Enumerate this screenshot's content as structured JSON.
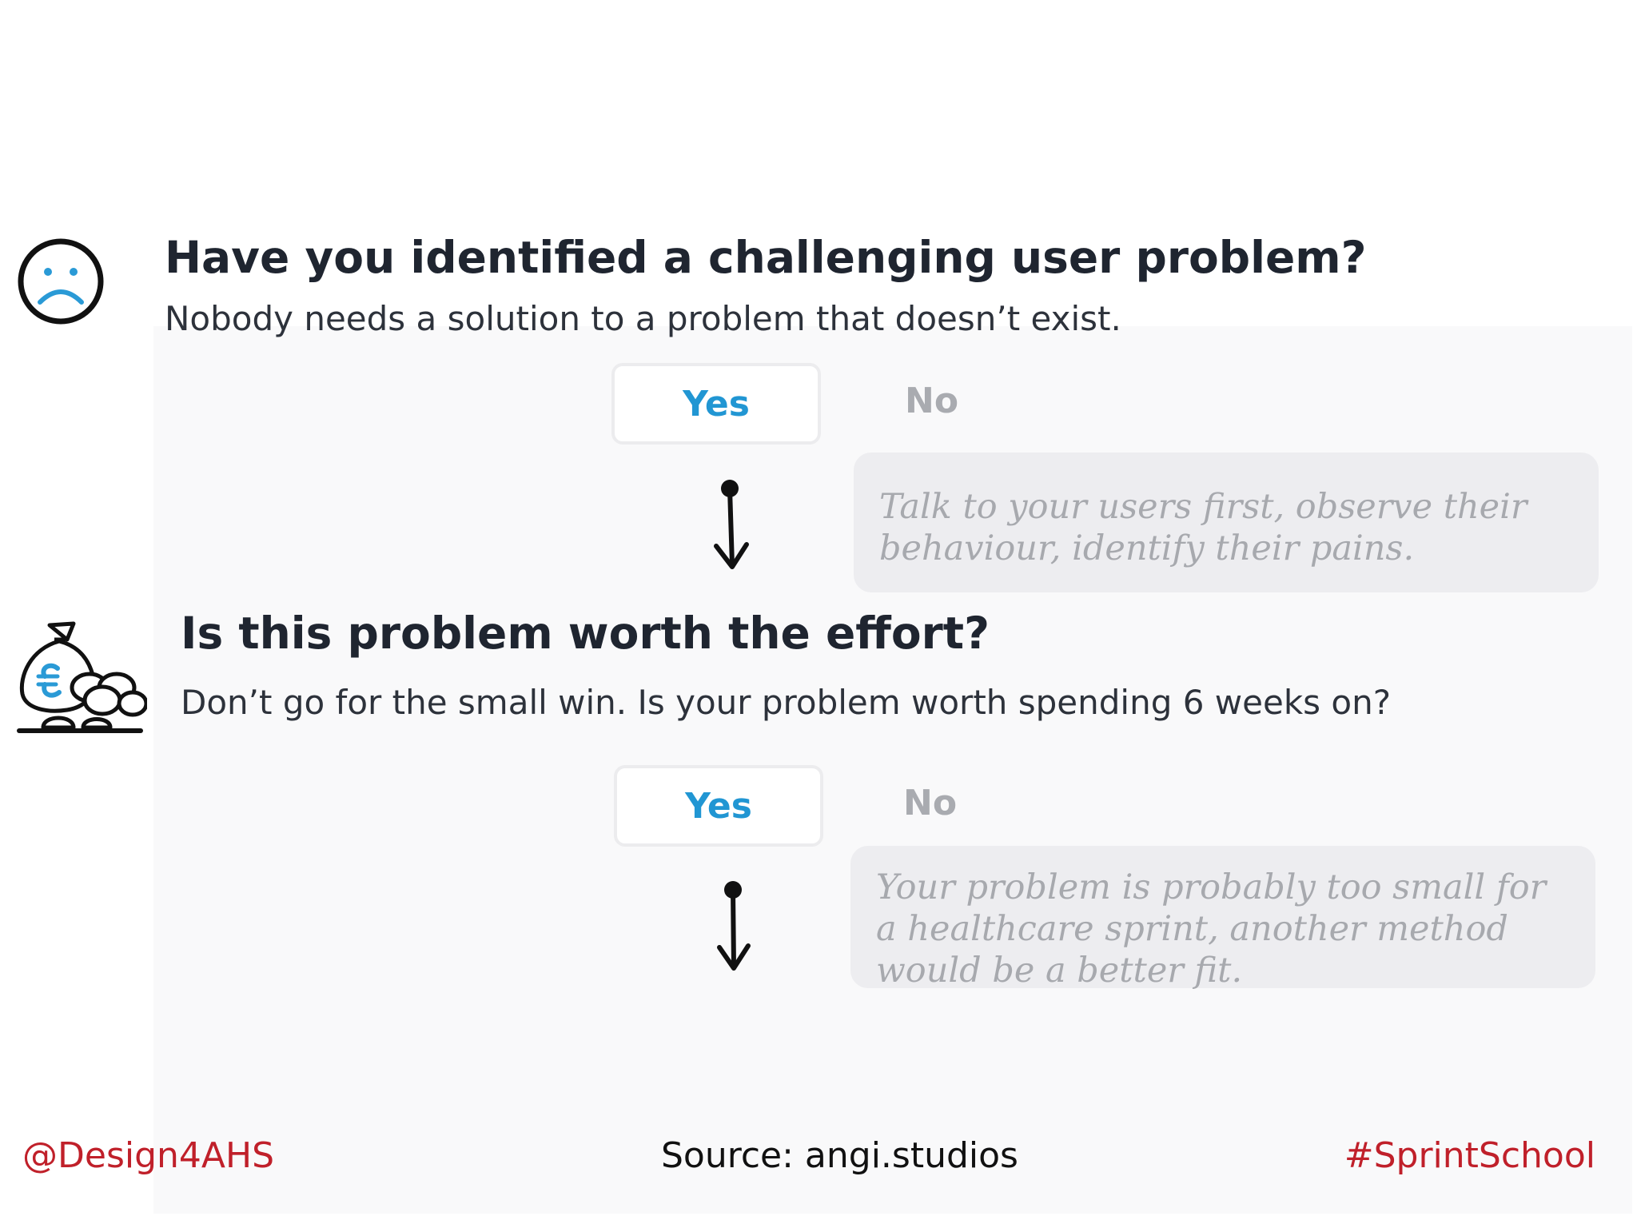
{
  "questions": [
    {
      "icon": "sad-face-icon",
      "title": "Have you identified a challenging user problem?",
      "subtitle": "Nobody needs a solution to a problem that doesn’t exist.",
      "yes_label": "Yes",
      "no_label": "No",
      "no_note_lines": [
        "Talk to your users first, observe their",
        "behaviour, identify their pains."
      ]
    },
    {
      "icon": "money-bag-coins-icon",
      "title": "Is this problem worth the effort?",
      "subtitle": "Don’t go for the small win. Is your problem worth spending 6 weeks on?",
      "yes_label": "Yes",
      "no_label": "No",
      "no_note_lines": [
        "Your problem is probably too small for",
        "a healthcare sprint, another method",
        "would be a better fit."
      ]
    }
  ],
  "footer": {
    "handle": "@Design4AHS",
    "source": "Source: angi.studios",
    "hashtag": "#SprintSchool"
  },
  "colors": {
    "accent_blue": "#2196d3",
    "footer_red": "#c0202a",
    "muted_gray": "#a9abb0"
  }
}
